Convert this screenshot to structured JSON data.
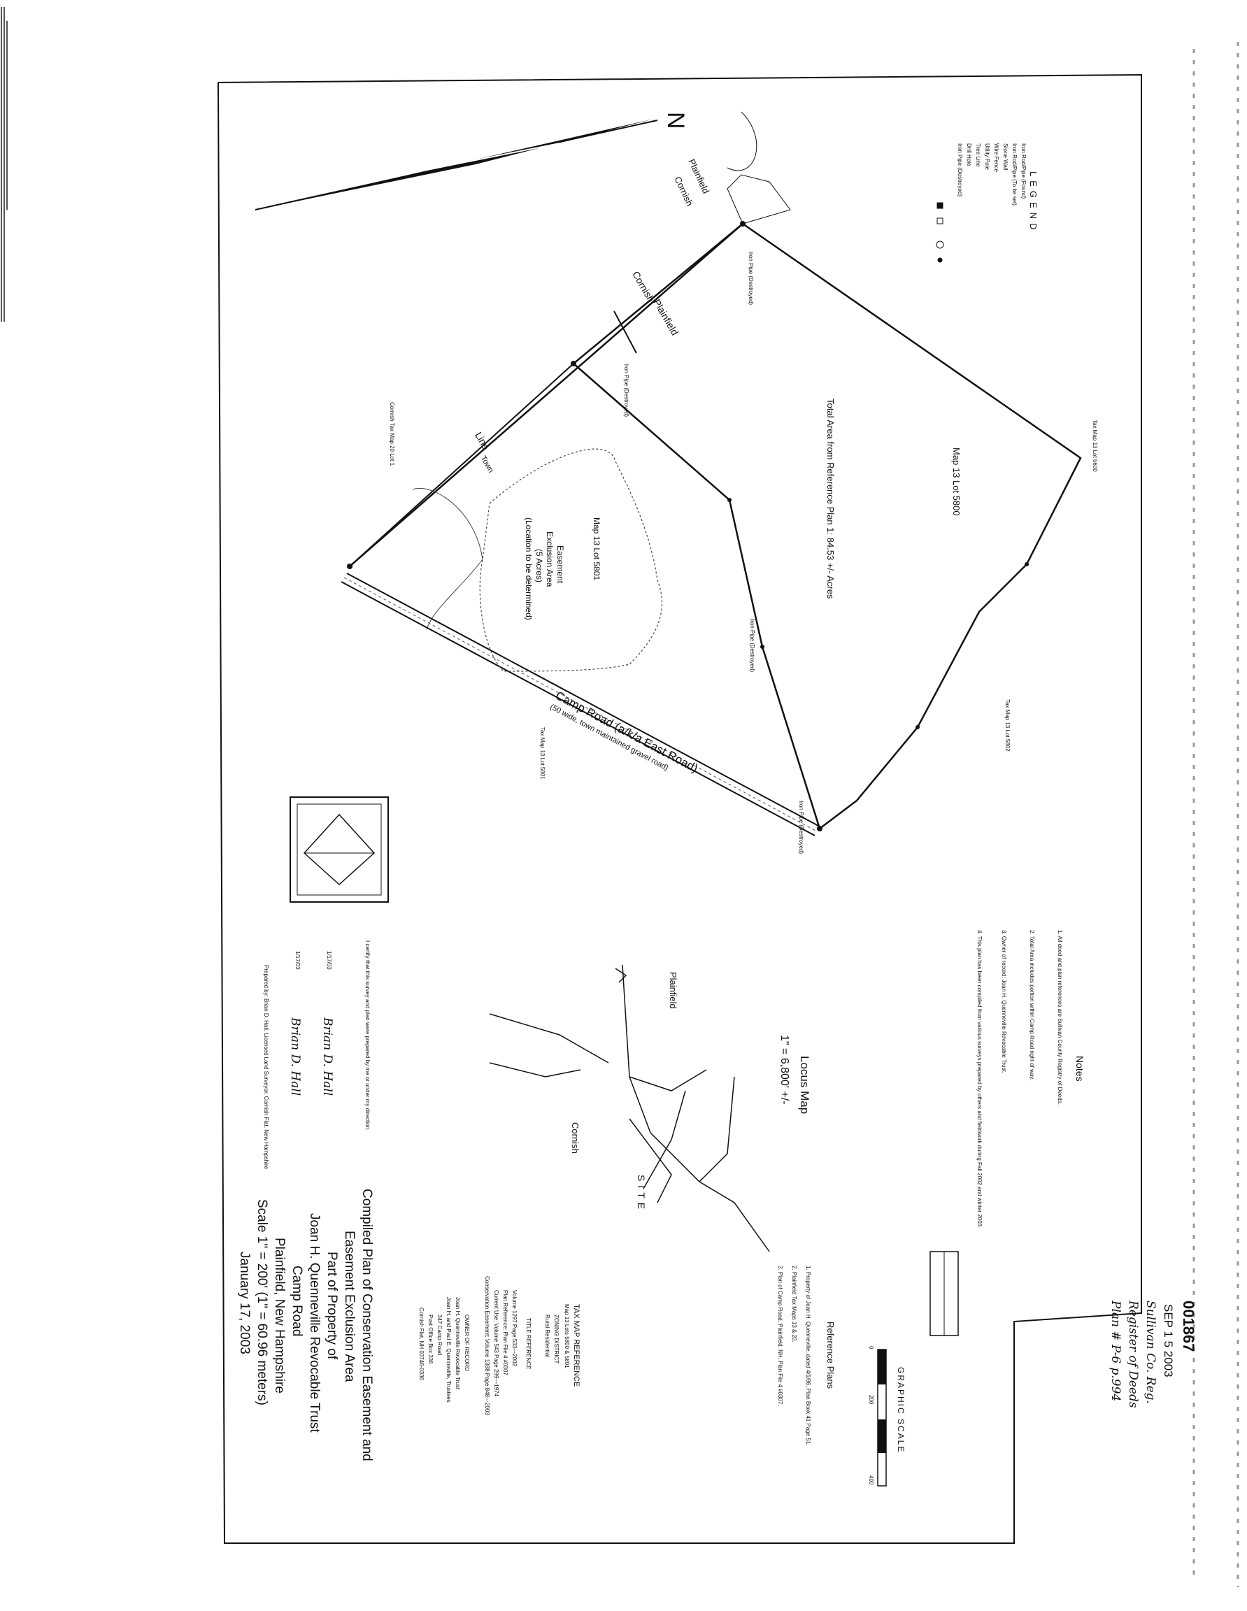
{
  "header": {
    "document_number": "001867",
    "received_stamp": "SEP 1 5 2003",
    "handwritten_note_1": "Sullivan Co. Reg.",
    "handwritten_note_2": "Register of Deeds",
    "handwritten_note_3": "Plan # P-6 p.994"
  },
  "map": {
    "north_label": "N",
    "parcel_main": "Map 13 Lot 5800",
    "parcel_excluded": "Map 13 Lot 5801",
    "total_area": "Total Area from Reference Plan 1: 84.53 +/- Acres",
    "exclusion_area_line1": "Easement",
    "exclusion_area_line2": "Exclusion Area",
    "exclusion_area_line3": "(5 Acres)",
    "exclusion_area_line4": "(Location to be determined)",
    "road_name": "Camp Road (a/k/a East Road)",
    "road_note": "(50 wide, town maintained gravel road)",
    "town_plainfield_1": "Plainfield",
    "town_cornish_1": "Cornish",
    "town_plainfield_2": "Plainfield",
    "town_cornish_2": "Cornish",
    "town_line": "Line",
    "town_line_words": "Town",
    "iron_pipe_1": "Iron Pipe (Destroyed)",
    "iron_pipe_2": "Iron Pipe (Destroyed)",
    "iron_pipe_3": "Iron Pipe (Destroyed)",
    "iron_pipe_4": "Iron Pipe (Destroyed)",
    "abutter_top": "Tax Map 13 Lot 5600",
    "abutter_right": "Tax Map 13 Lot 5802",
    "abutter_bottom": "Tax Map 13 Lot 5801",
    "abutter_left": "Cornish Tax Map 20 Lot 1"
  },
  "legend": {
    "title": "LEGEND",
    "items": [
      "Iron Rod/Pipe (Found)",
      "Iron Rod/Pipe (To be set)",
      "Stone Wall",
      "Wire Fence",
      "Utility Pole",
      "Tree Line",
      "Drill Hole",
      "Iron Pipe (Destroyed)"
    ]
  },
  "notes": {
    "title": "Notes",
    "items": [
      "1. All deed and plan references are Sullivan County Registry of Deeds.",
      "2. Total Area includes portion within Camp Road right of way.",
      "3. Owner of record: Joan H. Quenneville Revocable Trust.",
      "4. This plan has been compiled from various surveys prepared by others and fieldwork during Fall 2002 and winter 2003."
    ]
  },
  "reference_plans": {
    "title": "Reference Plans",
    "items": [
      "1. Property of Joan H. Quenneville, dated 4/1/86, Plan Book 41 Page 51.",
      "2. Plainfield Tax Maps 13 & 20.",
      "3. Plan of Camp Road, Plainfield, NH, Plan File 4 #0307."
    ]
  },
  "graphic_scale": {
    "title": "GRAPHIC SCALE",
    "ticks": [
      "0",
      "200",
      "400"
    ]
  },
  "locus": {
    "title": "Locus Map",
    "scale": "1\" = 6,800' +/-",
    "site": "SITE",
    "town_a": "Plainfield",
    "town_b": "Cornish"
  },
  "tax_reference": {
    "title": "TAX MAP REFERENCE",
    "value": "Map 13 Lots 5800 & 5801",
    "zoning_title": "ZONING DISTRICT",
    "zoning_value": "Rural Residential",
    "title_ref_title": "TITLE REFERENCE",
    "title_ref_lines": [
      "Volume 1297 Page 533---2002",
      "Plan Reference: Plan File 4 #0307",
      "Current Use: Volume 543 Page 299---1974",
      "Conservation Easement: Volume 1388 Page 848---2003"
    ],
    "owner_title": "OWNER OF RECORD",
    "owner_lines": [
      "Joan H. Quenneville Revocable Trust",
      "Joan H. and Paul E. Quenneville, Trustees",
      "347 Camp Road",
      "Post Office Box 336",
      "Cornish Flat, NH 03746-0336"
    ]
  },
  "title_block": {
    "line1": "Compiled Plan of Conservation Easement and",
    "line2": "Easement Exclusion Area",
    "line3": "Part of Property of",
    "line4": "Joan H. Quenneville Revocable Trust",
    "line5": "Camp Road",
    "line6": "Plainfield, New Hampshire",
    "line7": "Scale 1\" = 200' (1\" = 60.96 meters)",
    "line8": "January 17, 2003"
  },
  "certification": {
    "text": "I certify that this survey and plan were prepared by me or under my direction.",
    "date_1": "1/17/03",
    "date_2": "1/17/03",
    "signature_1": "Brian D. Hall",
    "signature_2": "Brian D. Hall",
    "surveyor": "Prepared by: Brian D. Hall, Licensed Land Surveyor, Cornish Flat, New Hampshire"
  },
  "colors": {
    "ink": "#111111",
    "paper": "#ffffff",
    "smudge": "#8a8a8a"
  }
}
